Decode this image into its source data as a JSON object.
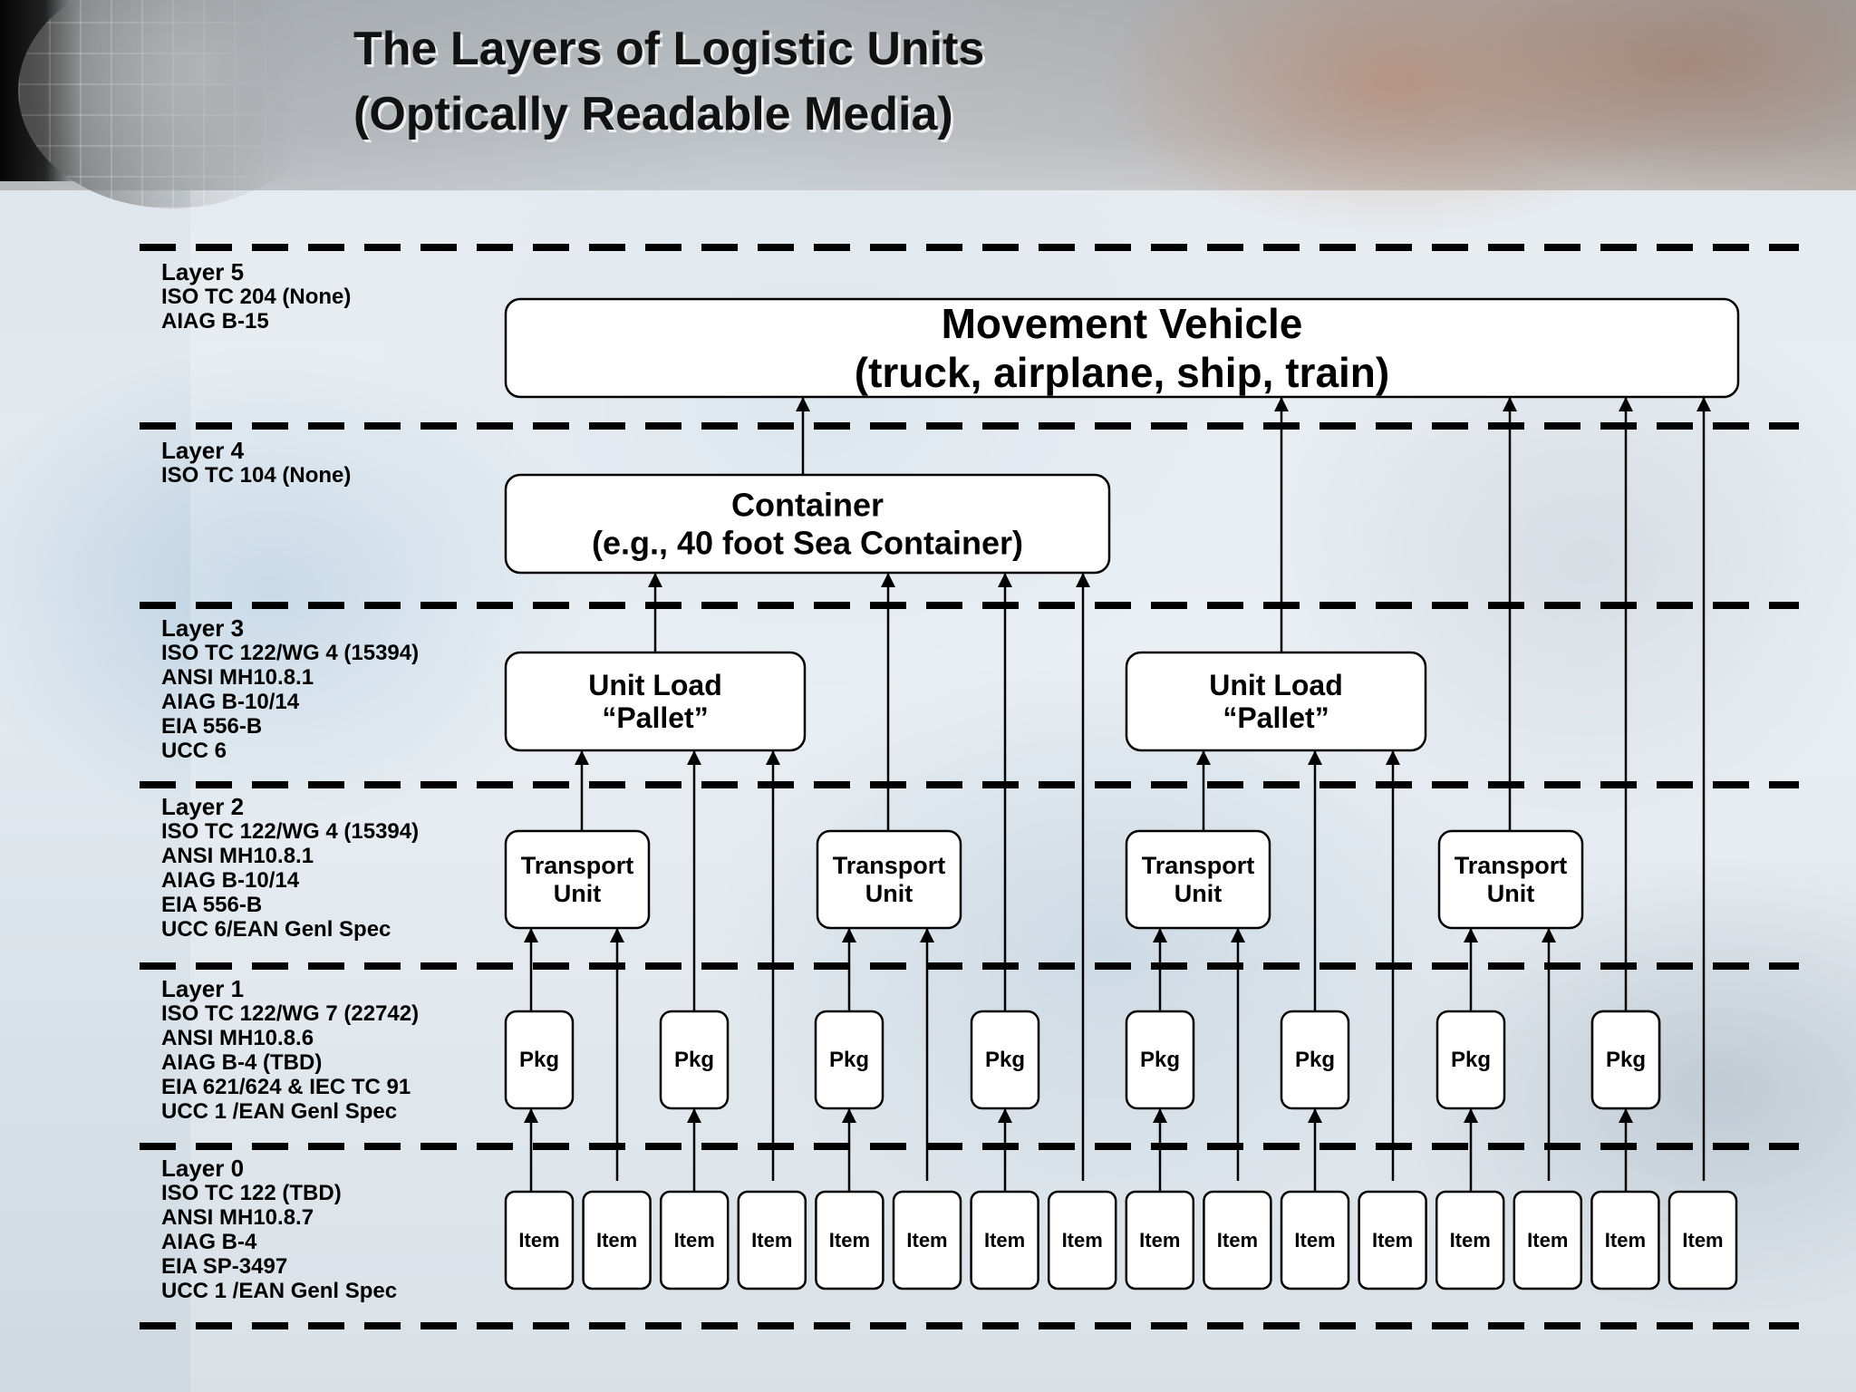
{
  "title": {
    "line1": "The Layers of Logistic Units",
    "line2": "(Optically Readable Media)"
  },
  "layers": [
    {
      "name": "Layer 5",
      "standards": [
        "ISO TC 204 (None)",
        "AIAG B-15"
      ]
    },
    {
      "name": "Layer 4",
      "standards": [
        "ISO TC 104 (None)"
      ]
    },
    {
      "name": "Layer 3",
      "standards": [
        "ISO TC 122/WG 4 (15394)",
        "ANSI MH10.8.1",
        "AIAG B-10/14",
        "EIA 556-B",
        "UCC 6"
      ]
    },
    {
      "name": "Layer 2",
      "standards": [
        "ISO TC 122/WG 4 (15394)",
        "ANSI MH10.8.1",
        "AIAG B-10/14",
        "EIA 556-B",
        "UCC 6/EAN Genl Spec"
      ]
    },
    {
      "name": "Layer 1",
      "standards": [
        "ISO TC 122/WG 7 (22742)",
        "ANSI MH10.8.6",
        "AIAG B-4 (TBD)",
        "EIA 621/624 & IEC TC 91",
        "UCC 1 /EAN Genl Spec"
      ]
    },
    {
      "name": "Layer 0",
      "standards": [
        "ISO TC 122 (TBD)",
        "ANSI MH10.8.7",
        "AIAG B-4",
        "EIA SP-3497",
        "UCC 1 /EAN Genl Spec"
      ]
    }
  ],
  "nodes": {
    "movement_vehicle": [
      "Movement Vehicle",
      "(truck, airplane, ship, train)"
    ],
    "container": [
      "Container",
      "(e.g., 40 foot Sea Container)"
    ],
    "unit_load": [
      "Unit Load",
      "“Pallet”"
    ],
    "transport_unit": [
      "Transport",
      "Unit"
    ],
    "pkg": "Pkg",
    "item": "Item"
  }
}
